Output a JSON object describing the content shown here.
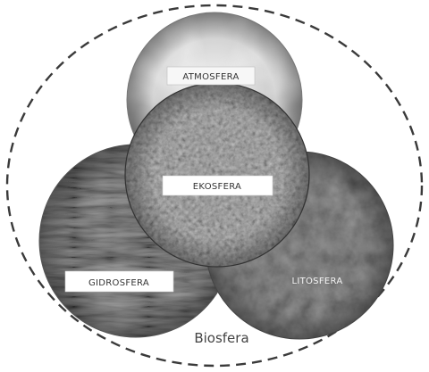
{
  "diagram": {
    "outer_label": "Biosfera",
    "spheres": {
      "atmosphere": "ATMOSFERA",
      "ecosphere": "EKOSFERA",
      "hydrosphere": "GIDROSFERA",
      "lithosphere": "LITOSFERA"
    }
  }
}
